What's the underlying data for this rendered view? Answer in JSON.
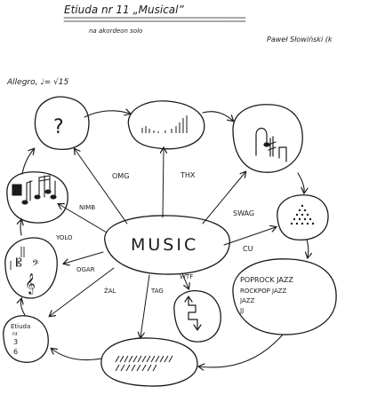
{
  "header": {
    "title": "Etiuda nr 11 „Musical”",
    "subtitle": "na akordeon solo",
    "author": "Paweł Słowiński (k",
    "tempo": "Allegro, ♩= √15"
  },
  "center": {
    "label": "MUSIC"
  },
  "edges": {
    "omg": "OMG",
    "thx": "THX",
    "swag": "SWAG",
    "cu": "CU",
    "nimb": "NIMB",
    "yolo": "YOLO",
    "ogar": "OGAR",
    "zal": "ŻAL",
    "tag": "TAG",
    "wtf": "WTF"
  },
  "nodes": {
    "question": {
      "text": "?"
    },
    "styles": {
      "lines": [
        "POPROCK JAZZ",
        "ROCKPOP JAZZ",
        "JAZZ",
        "JJ"
      ]
    },
    "etiuda": {
      "lines": [
        "Etiuda",
        "nr",
        "3",
        "6"
      ]
    },
    "clefs": {
      "glyphs": [
        "𝄞",
        "𝄢",
        "𝄡"
      ]
    }
  },
  "icons": {
    "question": "question-mark-icon",
    "bars": "bar-graph-icon",
    "notes": "music-notes-icon",
    "triangle": "dot-triangle-icon",
    "clefs": "clef-icon",
    "arrows": "winding-arrow-icon",
    "hatch": "hatching-icon"
  }
}
